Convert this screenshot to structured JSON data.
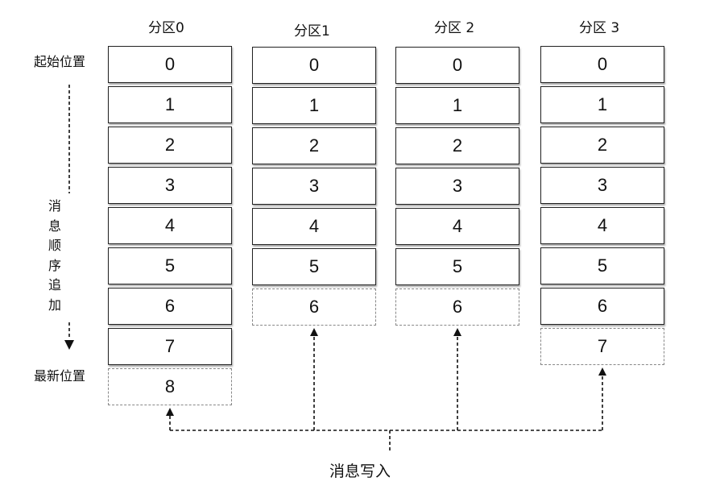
{
  "partitions": [
    {
      "header": "分区0",
      "offsets": [
        "0",
        "1",
        "2",
        "3",
        "4",
        "5",
        "6",
        "7"
      ],
      "next": "8"
    },
    {
      "header": "分区1",
      "offsets": [
        "0",
        "1",
        "2",
        "3",
        "4",
        "5"
      ],
      "next": "6"
    },
    {
      "header": "分区 2",
      "offsets": [
        "0",
        "1",
        "2",
        "3",
        "4",
        "5"
      ],
      "next": "6"
    },
    {
      "header": "分区 3",
      "offsets": [
        "0",
        "1",
        "2",
        "3",
        "4",
        "5",
        "6"
      ],
      "next": "7"
    }
  ],
  "labels": {
    "start": "起始位置",
    "latest": "最新位置",
    "order": [
      "消",
      "息",
      "顺",
      "序",
      "追",
      "加"
    ],
    "write": "消息写入"
  }
}
